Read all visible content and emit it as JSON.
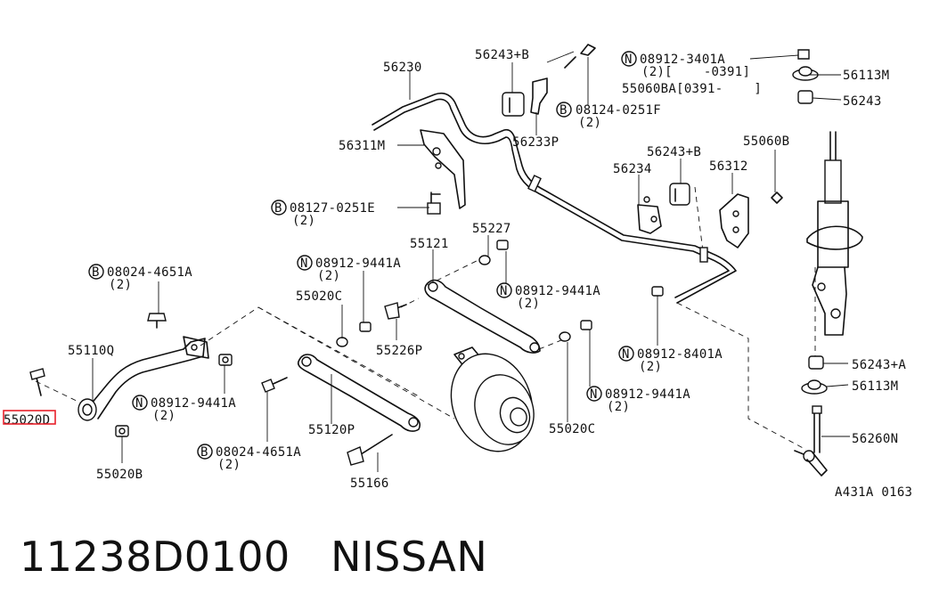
{
  "caption": "11238D0100   NISSAN",
  "ref_code": "A431A 0163",
  "highlight_color": "#e8202a",
  "labels": {
    "l56230": "56230",
    "l56243B_top": "56243+B",
    "l56233P": "56233P",
    "l56311M": "56311M",
    "l08127": "08127-0251E",
    "l08127q": "(2)",
    "l08124": "08124-0251F",
    "l08124q": "(2)",
    "l08912_3401": "08912-3401A",
    "l08912_3401q": "(2)[    -0391]",
    "l55060BA": "55060BA[0391-    ]",
    "l56113M_top": "56113M",
    "l56243_top": "56243",
    "l56243B_mid": "56243+B",
    "l55060B": "55060B",
    "l56234": "56234",
    "l56312": "56312",
    "l55227": "55227",
    "l55121": "55121",
    "l08912_9441_a": "08912-9441A",
    "l08912_9441_aq": "(2)",
    "l08912_9441_b": "08912-9441A",
    "l08912_9441_bq": "(2)",
    "l08024_top": "08024-4651A",
    "l08024_topq": "(2)",
    "l55020C_left": "55020C",
    "l55226P": "55226P",
    "l55110Q": "55110Q",
    "l55020D": "55020D",
    "l08912_9441_c": "08912-9441A",
    "l08912_9441_cq": "(2)",
    "l55120P": "55120P",
    "l08024_bot": "08024-4651A",
    "l08024_botq": "(2)",
    "l55020B": "55020B",
    "l55166": "55166",
    "l55020C_right": "55020C",
    "l08912_9441_d": "08912-9441A",
    "l08912_9441_dq": "(2)",
    "l08912_8401": "08912-8401A",
    "l08912_8401q": "(2)",
    "l56243A": "56243+A",
    "l56113M_bot": "56113M",
    "l56260N": "56260N"
  },
  "circle_markers": {
    "n": "N",
    "b": "B"
  }
}
